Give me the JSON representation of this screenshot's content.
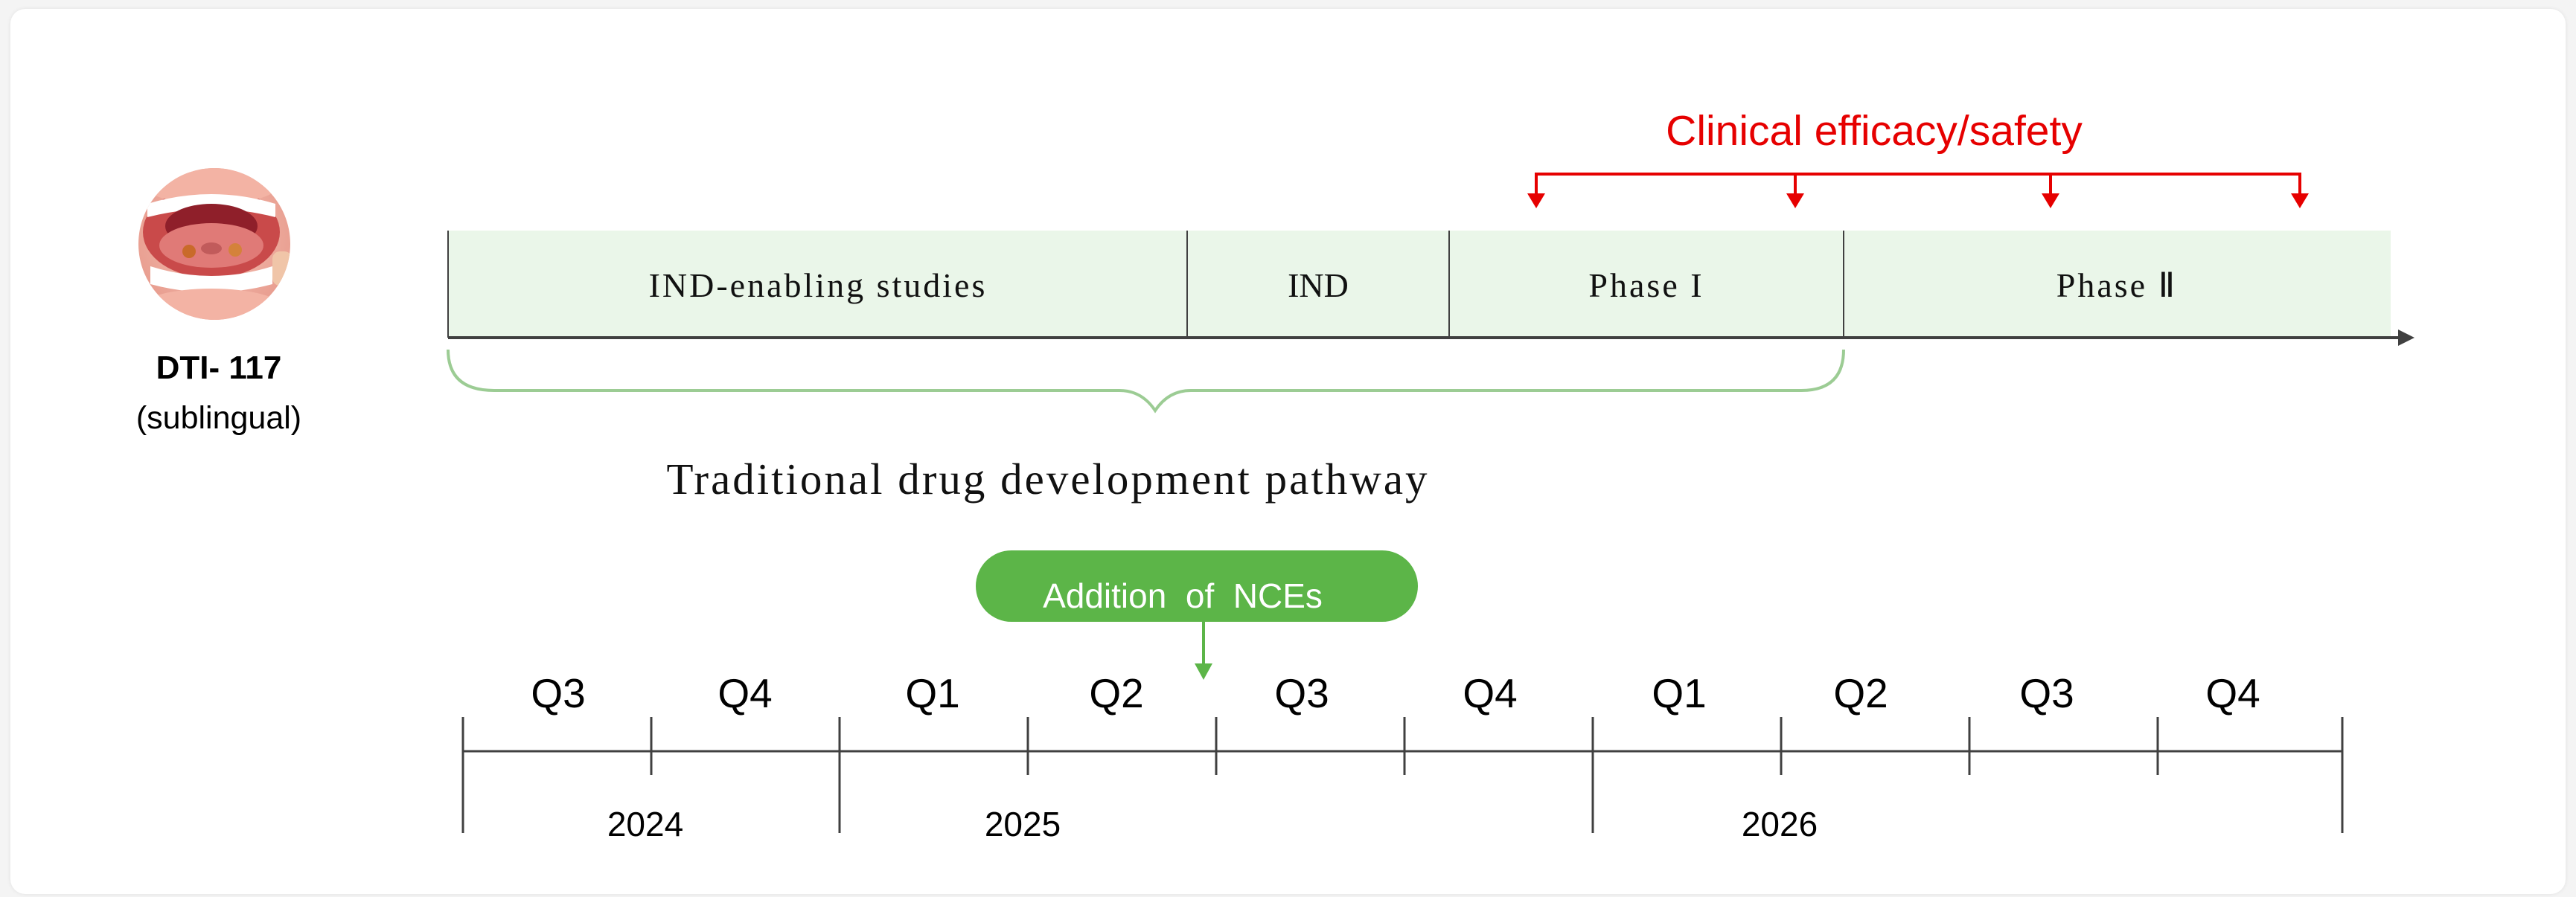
{
  "drug": {
    "name": "DTI- 117",
    "route": "(sublingual)",
    "image_icon": "open-mouth-sublingual-icon"
  },
  "clinical_label": "Clinical efficacy/safety",
  "stages": [
    {
      "label": "IND-enabling studies"
    },
    {
      "label": "IND"
    },
    {
      "label": "Phase I"
    },
    {
      "label": "Phase Ⅱ"
    }
  ],
  "pathway_label": "Traditional drug development pathway",
  "nce_label": "Addition  of  NCEs",
  "quarters": [
    "Q3",
    "Q4",
    "Q1",
    "Q2",
    "Q3",
    "Q4",
    "Q1",
    "Q2",
    "Q3",
    "Q4"
  ],
  "years": [
    "2024",
    "2025",
    "2026"
  ],
  "colors": {
    "stage_fill": "#eaf6e9",
    "axis": "#404040",
    "clinical_red": "#e60000",
    "brace_green": "#9ccc94",
    "nce_green": "#5cb548",
    "nce_text": "#ffffff"
  }
}
